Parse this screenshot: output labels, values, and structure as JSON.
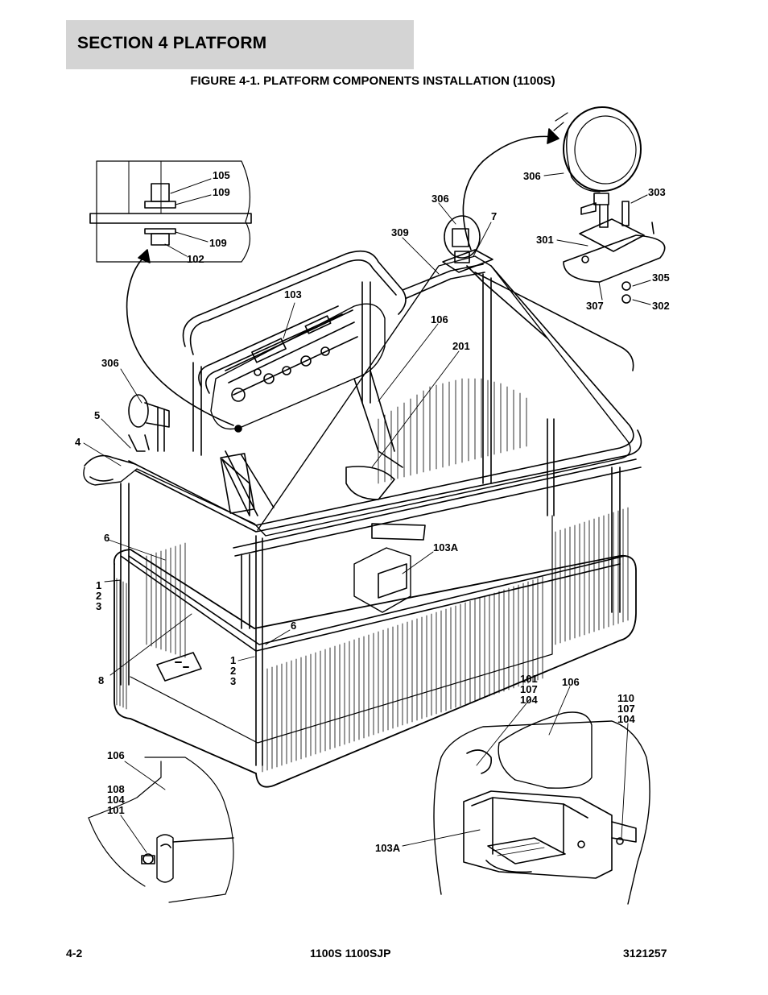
{
  "header": {
    "section": "SECTION 4   PLATFORM"
  },
  "figure": {
    "title": "FIGURE 4-1. PLATFORM COMPONENTS INSTALLATION (1100S)"
  },
  "callouts": {
    "c105": "105",
    "c109a": "109",
    "c109b": "109",
    "c102": "102",
    "c103": "103",
    "c306a": "306",
    "c306b": "306",
    "c306c": "306",
    "c309": "309",
    "c7": "7",
    "c303": "303",
    "c301": "301",
    "c305": "305",
    "c307": "307",
    "c302": "302",
    "c106a": "106",
    "c201": "201",
    "c5": "5",
    "c4": "4",
    "c6a": "6",
    "c6b": "6",
    "c1a": "1",
    "c2a": "2",
    "c3a": "3",
    "c1b": "1",
    "c2b": "2",
    "c3b": "3",
    "c8": "8",
    "c103a": "103A",
    "c103a2": "103A",
    "c101": "101",
    "c107a": "107",
    "c104a": "104",
    "c106b": "106",
    "c110": "110",
    "c107b": "107",
    "c104b": "104",
    "c106c": "106",
    "c108": "108",
    "c104c": "104",
    "c101b": "101"
  },
  "footer": {
    "page": "4-2",
    "model": "1100S 1100SJP",
    "doc": "3121257"
  }
}
